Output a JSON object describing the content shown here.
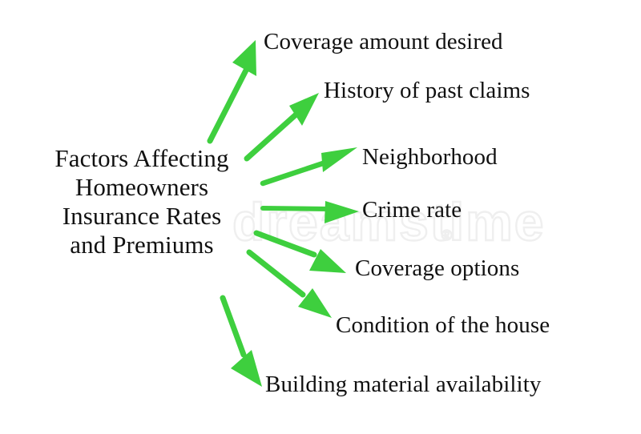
{
  "diagram": {
    "type": "fan-out-concept-map",
    "title": "Factors Affecting Homeowners Insurance Rates and Premiums",
    "background_color": "#ffffff",
    "text_color": "#111111",
    "arrow_color": "#3ECF3E",
    "center": {
      "id": "center-node",
      "label": "Factors Affecting Homeowners Insurance Rates and Premiums",
      "lines": [
        "Factors Affecting",
        "Homeowners",
        "Insurance Rates",
        "and Premiums"
      ]
    },
    "branches": [
      {
        "id": "branch-coverage-amount-desired",
        "label": "Coverage amount desired"
      },
      {
        "id": "branch-history-of-past-claims",
        "label": "History of past claims"
      },
      {
        "id": "branch-neighborhood",
        "label": "Neighborhood"
      },
      {
        "id": "branch-crime-rate",
        "label": "Crime rate"
      },
      {
        "id": "branch-coverage-options",
        "label": "Coverage options"
      },
      {
        "id": "branch-condition-of-the-house",
        "label": "Condition of the house"
      },
      {
        "id": "branch-building-material-availability",
        "label": "Building material availability"
      }
    ],
    "watermark": {
      "text": "dreamstime",
      "mark": "®"
    }
  }
}
